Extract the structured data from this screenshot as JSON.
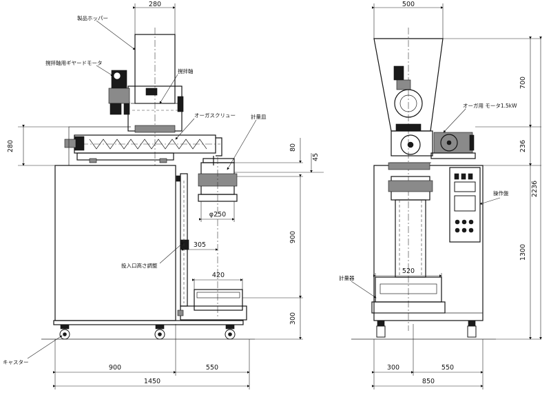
{
  "labels": {
    "product_hopper": "製品ホッパー",
    "agitator_motor": "撹拌軸用ギヤードモータ",
    "agitator_shaft": "撹拌軸",
    "auger_screw": "オーガスクリュー",
    "metering_pan": "計量皿",
    "inlet_height_adj": "投入口高さ調整",
    "caster": "キャスター",
    "auger_motor": "オーガ用 モータ1.5kW",
    "control_panel": "操作盤",
    "weighing_scale": "計量器"
  },
  "dims_side": {
    "hopper_width": "280",
    "upper_height": "280",
    "d80": "80",
    "d45": "45",
    "diameter": "φ250",
    "d305": "305",
    "d900_v": "900",
    "d420": "420",
    "d300_v": "300",
    "d900_h": "900",
    "d550_h": "550",
    "total_width": "1450"
  },
  "dims_front": {
    "hopper_top": "500",
    "d700": "700",
    "d236": "236",
    "d2236": "2236",
    "d1300": "1300",
    "d520": "520",
    "d300": "300",
    "d550": "550",
    "total_width": "850"
  }
}
